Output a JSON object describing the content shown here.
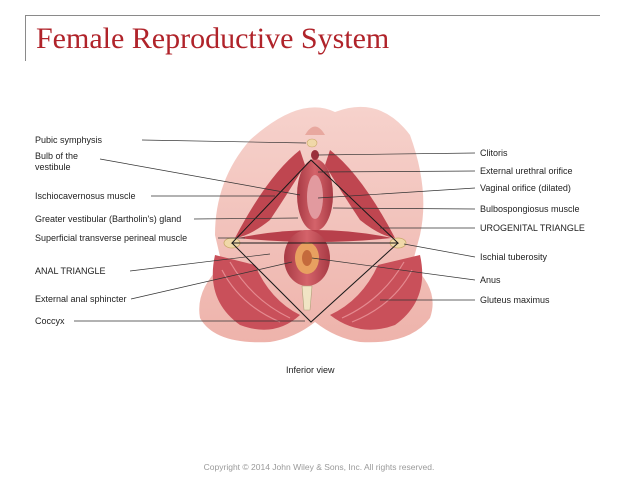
{
  "title": "Female Reproductive System",
  "left_labels": [
    "Pubic symphysis",
    "Bulb of the",
    "vestibule",
    "Ischiocavernosus muscle",
    "Greater vestibular (Bartholin's) gland",
    "Superficial transverse perineal muscle",
    "ANAL TRIANGLE",
    "External anal sphincter",
    "Coccyx"
  ],
  "right_labels": [
    "Clitoris",
    "External urethral orifice",
    "Vaginal orifice (dilated)",
    "Bulbospongiosus muscle",
    "UROGENITAL TRIANGLE",
    "Ischial tuberosity",
    "Anus",
    "Gluteus maximus"
  ],
  "view_caption": "Inferior view",
  "copyright": "Copyright © 2014 John Wiley & Sons, Inc. All rights reserved.",
  "colors": {
    "title": "#b0232a",
    "skin": "#f2c4bd",
    "muscle": "#c8545c",
    "muscle_dark": "#a83a44"
  }
}
